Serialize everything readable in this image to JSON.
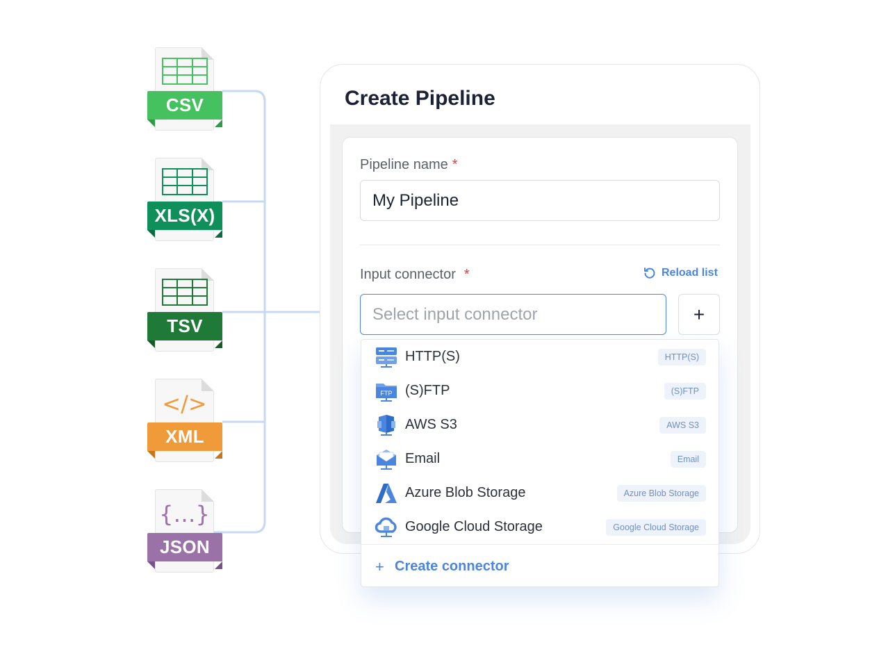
{
  "files": [
    {
      "label": "CSV",
      "glyph": "",
      "color": "#45c15f",
      "dark": "#2f9a47",
      "icon": "grid-icon"
    },
    {
      "label": "XLS(X)",
      "glyph": "",
      "color": "#0f8f5a",
      "dark": "#0a6b43",
      "icon": "grid-icon"
    },
    {
      "label": "TSV",
      "glyph": "",
      "color": "#1f7a38",
      "dark": "#155a28",
      "icon": "grid-icon"
    },
    {
      "label": "XML",
      "glyph": "</>",
      "color": "#f19a3a",
      "dark": "#c57420",
      "icon": "code-icon"
    },
    {
      "label": "JSON",
      "glyph": "{…}",
      "color": "#9a72a8",
      "dark": "#75528a",
      "icon": "braces-icon"
    }
  ],
  "card": {
    "title": "Create Pipeline",
    "pipeline_name": {
      "label": "Pipeline name",
      "required_mark": "*",
      "value": "My Pipeline"
    },
    "input_connector": {
      "label": "Input connector",
      "required_mark": "*",
      "reload_label": "Reload list",
      "placeholder": "Select input connector",
      "add_button": "+"
    }
  },
  "dropdown": {
    "options": [
      {
        "name": "HTTP(S)",
        "tag": "HTTP(S)",
        "icon": "server-icon"
      },
      {
        "name": "(S)FTP",
        "tag": "(S)FTP",
        "icon": "ftp-folder-icon"
      },
      {
        "name": "AWS S3",
        "tag": "AWS S3",
        "icon": "aws-s3-icon"
      },
      {
        "name": "Email",
        "tag": "Email",
        "icon": "email-icon"
      },
      {
        "name": "Azure Blob Storage",
        "tag": "Azure Blob Storage",
        "icon": "azure-icon"
      },
      {
        "name": "Google Cloud Storage",
        "tag": "Google Cloud Storage",
        "icon": "cloud-icon"
      }
    ],
    "footer": {
      "plus": "+",
      "label": "Create connector"
    }
  },
  "colors": {
    "accent": "#4a86e0",
    "required": "#e0403a",
    "line": "#c5d8f6"
  }
}
